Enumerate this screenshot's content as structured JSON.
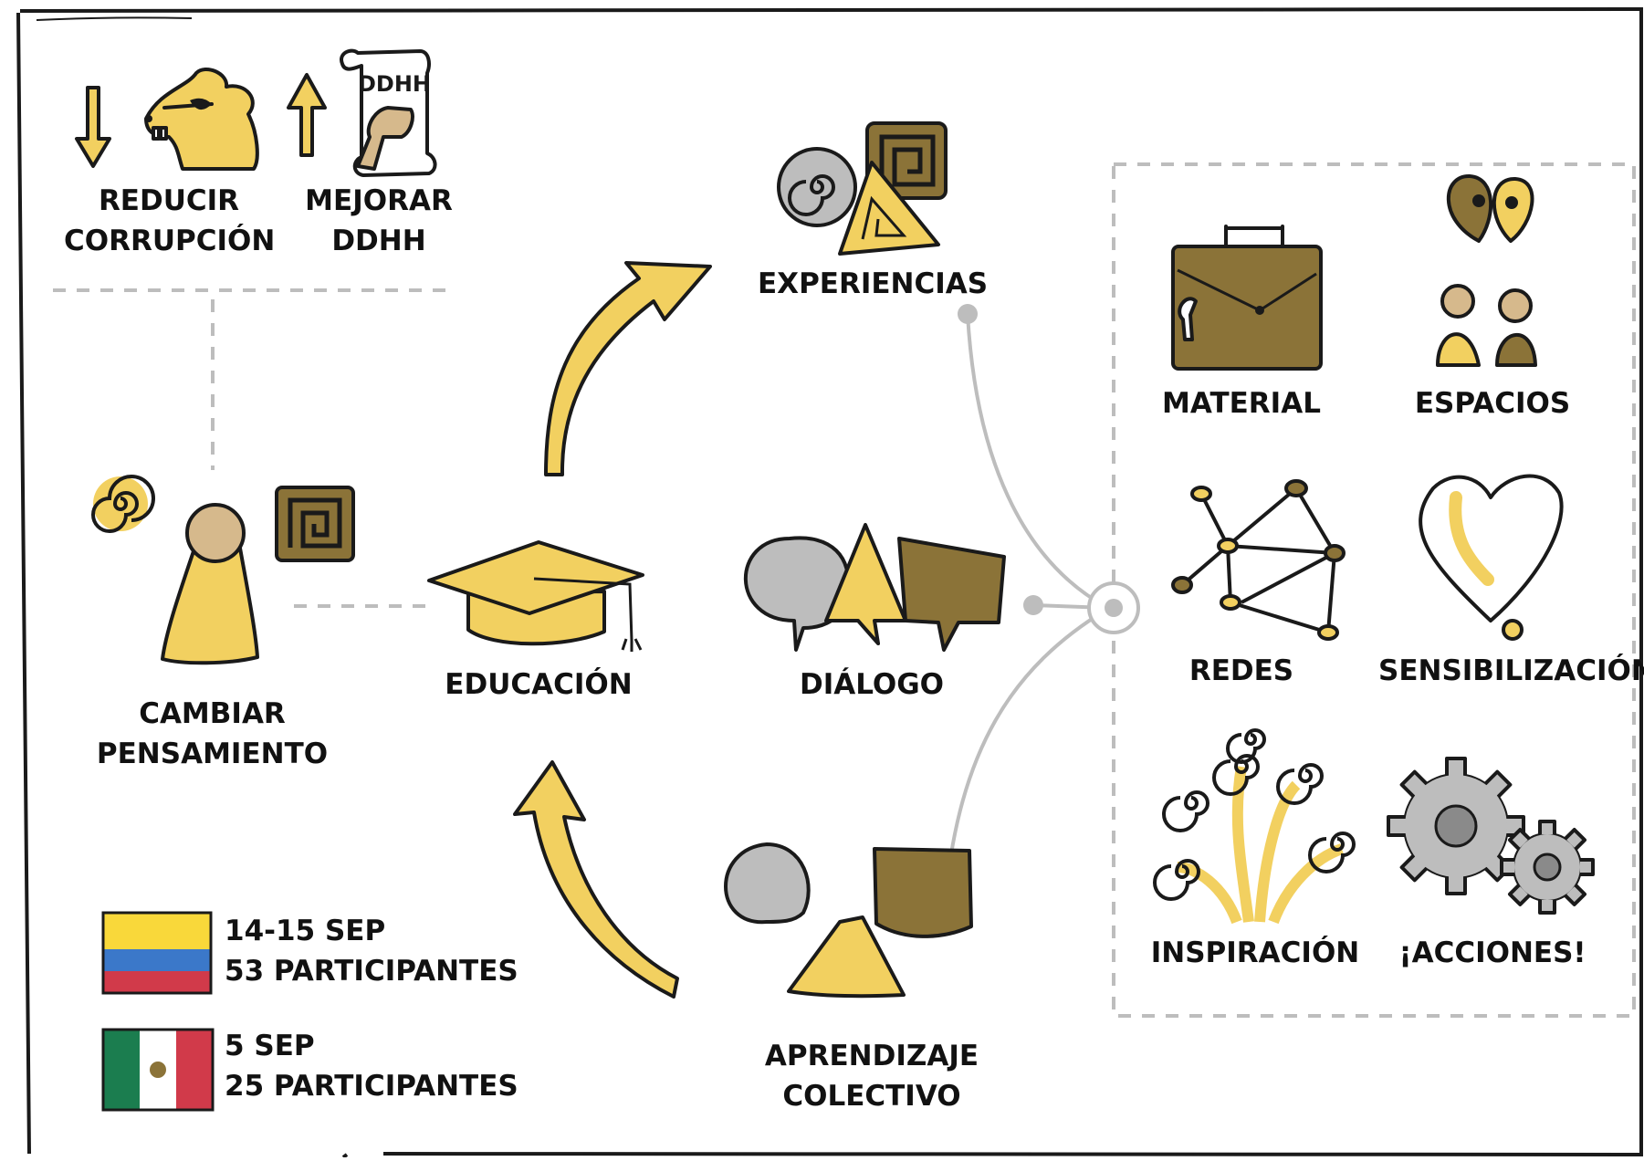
{
  "colors": {
    "yellow": "#F2D060",
    "brown": "#8B7338",
    "gray": "#BDBDBD",
    "outline": "#1a1a1a",
    "connector": "#BDBDBD",
    "dash": "#BDBDBD"
  },
  "goals": {
    "reduce": {
      "line1": "REDUCIR",
      "line2": "CORRUPCIÓN",
      "icon": "rat-with-sunglasses-icon"
    },
    "improve": {
      "line1": "MEJORAR",
      "line2": "DDHH",
      "icon": "scroll-fist-icon",
      "scroll_text": "DDHH"
    }
  },
  "mindset": {
    "line1": "CAMBIAR",
    "line2": "PENSAMIENTO",
    "icon": "person-icon"
  },
  "education": {
    "label": "EDUCACIÓN",
    "icon": "graduation-cap-icon"
  },
  "methods": {
    "experiences": {
      "label": "EXPERIENCIAS",
      "icon": "shapes-icon"
    },
    "dialogue": {
      "label": "DIÁLOGO",
      "icon": "speech-bubbles-icon"
    },
    "collective": {
      "line1": "APRENDIZAJE",
      "line2": "COLECTIVO",
      "icon": "blobs-icon"
    }
  },
  "outcomes": [
    {
      "label": "MATERIAL",
      "icon": "briefcase-icon"
    },
    {
      "label": "ESPACIOS",
      "icon": "map-pin-people-icon"
    },
    {
      "label": "REDES",
      "icon": "network-icon"
    },
    {
      "label": "SENSIBILIZACIÓN",
      "icon": "heart-icon"
    },
    {
      "label": "INSPIRACIÓN",
      "icon": "swirls-icon"
    },
    {
      "label": "¡ACCIONES!",
      "icon": "gears-icon"
    }
  ],
  "events": [
    {
      "country_icon": "colombia-flag-icon",
      "line1": "14-15 SEP",
      "line2": "53 PARTICIPANTES"
    },
    {
      "country_icon": "mexico-flag-icon",
      "line1": "5 SEP",
      "line2": "25 PARTICIPANTES"
    }
  ]
}
